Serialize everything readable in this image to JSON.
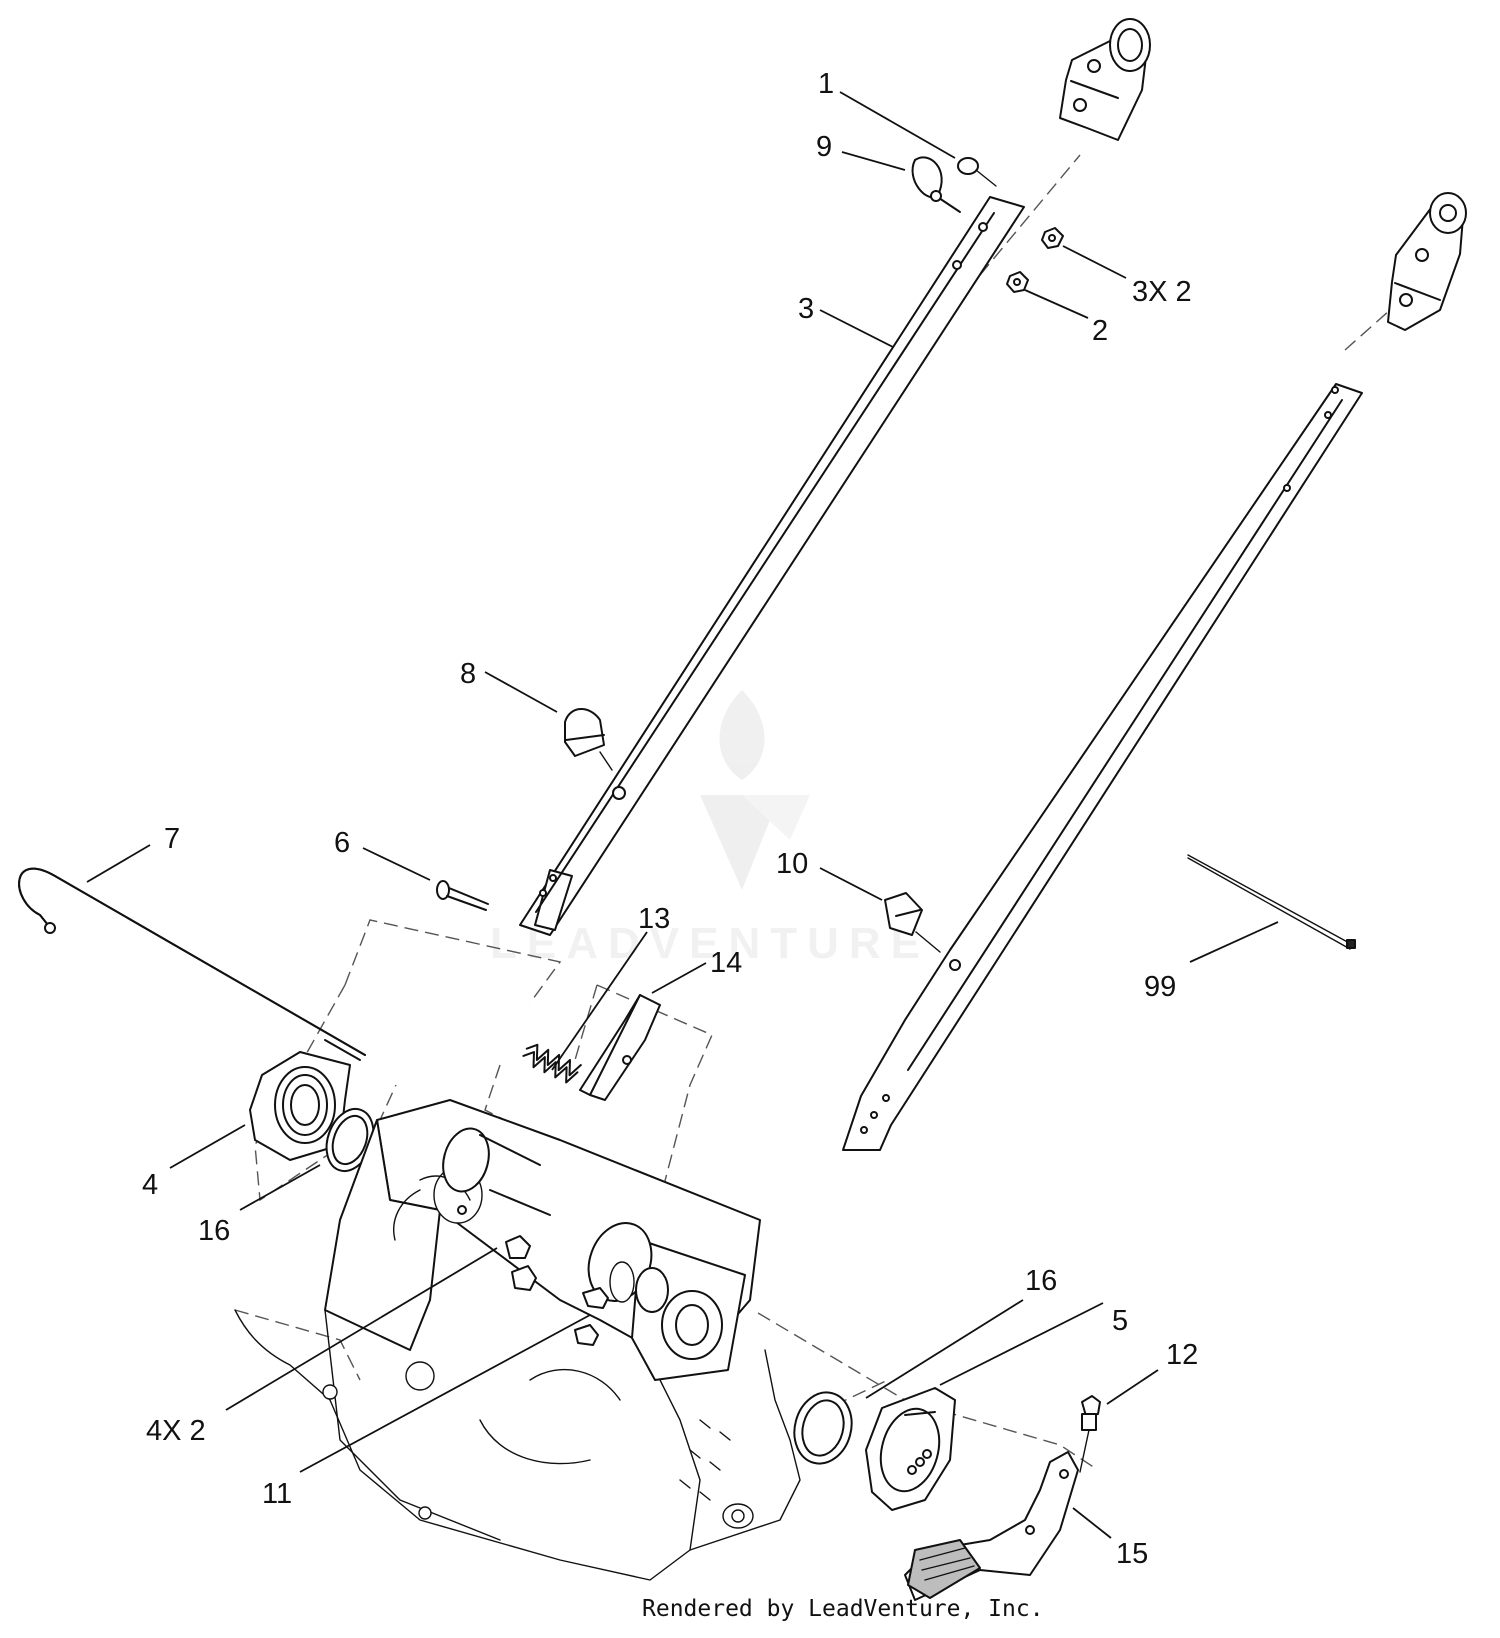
{
  "watermark": {
    "brand": "LEADVENTURE"
  },
  "callouts": {
    "c1": "1",
    "c9": "9",
    "c3x2": "3X 2",
    "c3": "3",
    "c2": "2",
    "c8": "8",
    "c7": "7",
    "c6": "6",
    "c10": "10",
    "c13": "13",
    "c14": "14",
    "c99": "99",
    "c4": "4",
    "c16a": "16",
    "c16b": "16",
    "c5": "5",
    "c12": "12",
    "c4x2": "4X 2",
    "c11": "11",
    "c15": "15"
  },
  "footer": {
    "credit": "Rendered by LeadVenture, Inc."
  }
}
